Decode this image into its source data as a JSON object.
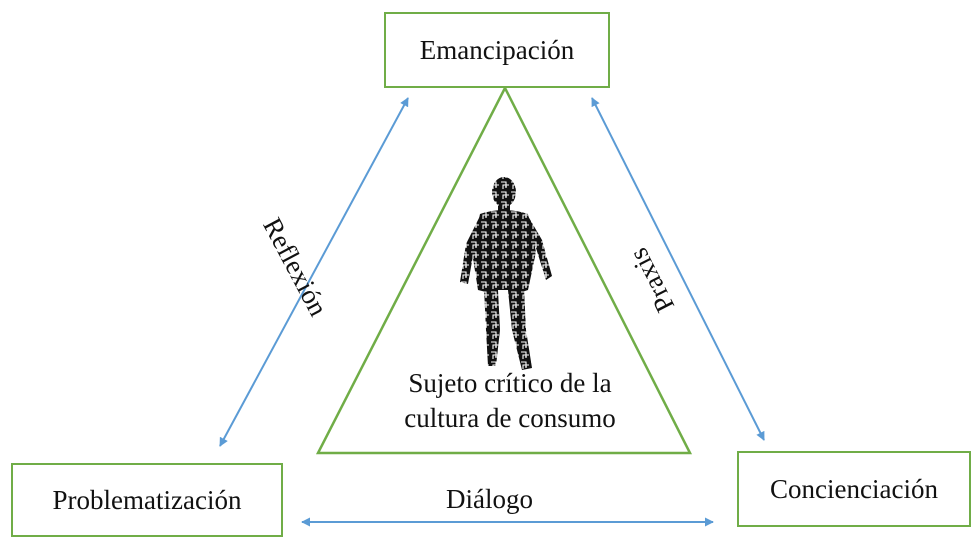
{
  "nodes": {
    "top": "Emancipación",
    "left": "Problematización",
    "right": "Concienciación"
  },
  "center": {
    "line1": "Sujeto crítico de la",
    "line2": "cultura de consumo",
    "figure_icon": "circuit-human-figure-icon"
  },
  "edges": {
    "left": "Reflexión",
    "right": "Praxis",
    "bottom": "Diálogo"
  },
  "colors": {
    "box_border": "#70ad47",
    "triangle": "#70ad47",
    "arrow": "#5b9bd5"
  }
}
